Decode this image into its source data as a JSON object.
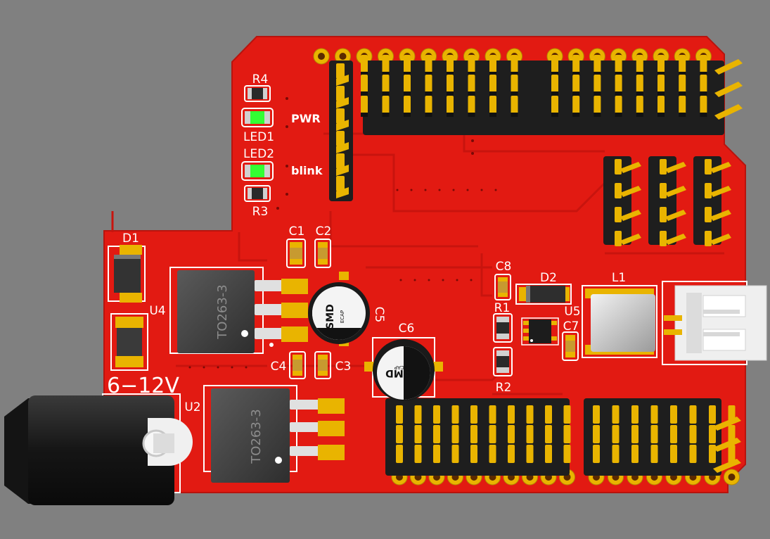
{
  "colors": {
    "background": "#808080",
    "board": "#e21a12",
    "trace": "#c8140e",
    "silkscreen": "#ffffff",
    "pad_gold": "#e9b400",
    "header_body": "#1e1e1e",
    "led_green": "#33ff33"
  },
  "silkscreen": {
    "r4": "R4",
    "led1": "LED1",
    "pwr": "PWR",
    "led2": "LED2",
    "blink": "blink",
    "r3": "R3",
    "c1": "C1",
    "c2": "C2",
    "d1": "D1",
    "u4": "U4",
    "c5": "C5",
    "c6": "C6",
    "c4": "C4",
    "c3": "C3",
    "c8": "C8",
    "d2": "D2",
    "l1": "L1",
    "r1": "R1",
    "u5": "U5",
    "c7": "C7",
    "r2": "R2",
    "u2": "U2",
    "voltage": "6−12V"
  },
  "packages": {
    "u4": "TO263-3",
    "u2": "TO263-3",
    "cap_smd": "SMD",
    "cap_ecap": "ECAP"
  },
  "connectors": {
    "top_header_pins": 18,
    "bottom_header_pins": 18,
    "right_header_pins": 4
  }
}
